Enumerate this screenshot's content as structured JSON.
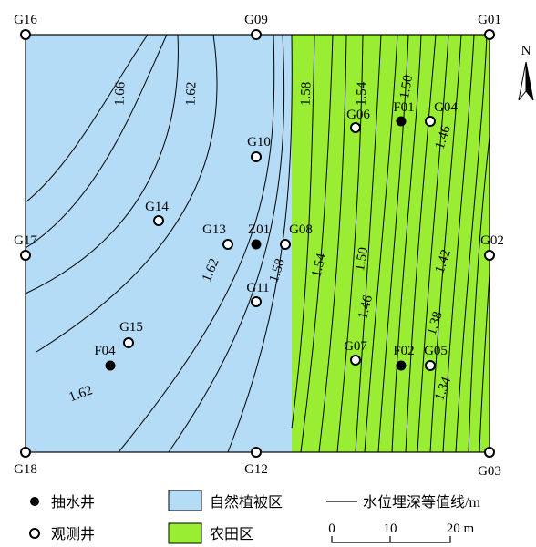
{
  "north_label": "N",
  "colors": {
    "natural": "#b5dcf6",
    "farmland": "#99ee33",
    "line": "#000000"
  },
  "wells": [
    {
      "id": "G16",
      "kind": "observation"
    },
    {
      "id": "G09",
      "kind": "observation"
    },
    {
      "id": "G01",
      "kind": "observation"
    },
    {
      "id": "G06",
      "kind": "observation"
    },
    {
      "id": "F01",
      "kind": "pumping"
    },
    {
      "id": "G04",
      "kind": "observation"
    },
    {
      "id": "G10",
      "kind": "observation"
    },
    {
      "id": "G14",
      "kind": "observation"
    },
    {
      "id": "G13",
      "kind": "observation"
    },
    {
      "id": "Z01",
      "kind": "pumping"
    },
    {
      "id": "G08",
      "kind": "observation"
    },
    {
      "id": "G17",
      "kind": "observation"
    },
    {
      "id": "G02",
      "kind": "observation"
    },
    {
      "id": "G11",
      "kind": "observation"
    },
    {
      "id": "G15",
      "kind": "observation"
    },
    {
      "id": "F04",
      "kind": "pumping"
    },
    {
      "id": "G07",
      "kind": "observation"
    },
    {
      "id": "F02",
      "kind": "pumping"
    },
    {
      "id": "G05",
      "kind": "observation"
    },
    {
      "id": "G18",
      "kind": "observation"
    },
    {
      "id": "G12",
      "kind": "observation"
    },
    {
      "id": "G03",
      "kind": "observation"
    }
  ],
  "contour_labels": [
    "1.66",
    "1.62",
    "1.58",
    "1.54",
    "1.50",
    "1.46",
    "1.62",
    "1.58",
    "1.54",
    "1.50",
    "1.46",
    "1.42",
    "1.38",
    "1.34",
    "1.62"
  ],
  "legend": {
    "pumping_well": "抽水井",
    "observation_well": "观测井",
    "natural_zone": "自然植被区",
    "farmland_zone": "农田区",
    "contour_line": "水位埋深等值线/m"
  },
  "scale": {
    "ticks": [
      "0",
      "10",
      "20 m"
    ]
  }
}
